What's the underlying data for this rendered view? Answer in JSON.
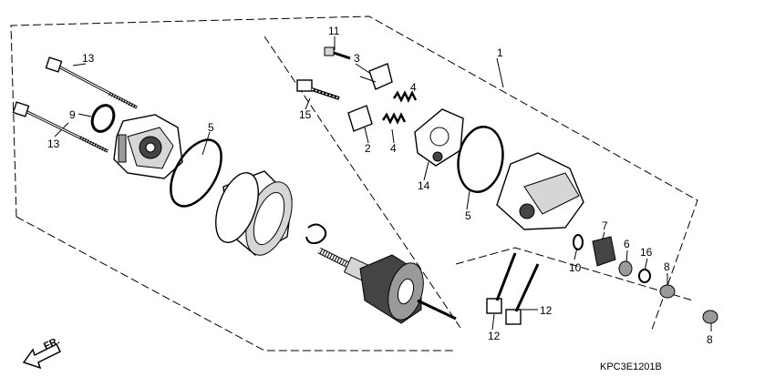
{
  "diagram": {
    "callouts": {
      "c1": "1",
      "c2": "2",
      "c3": "3",
      "c4a": "4",
      "c4b": "4",
      "c5a": "5",
      "c5b": "5",
      "c6": "6",
      "c7": "7",
      "c8a": "8",
      "c8b": "8",
      "c9": "9",
      "c10": "10",
      "c11": "11",
      "c12a": "12",
      "c12b": "12",
      "c13a": "13",
      "c13b": "13",
      "c14": "14",
      "c15": "15",
      "c16": "16"
    },
    "direction_label": "FR.",
    "part_code": "KPC3E1201B"
  }
}
